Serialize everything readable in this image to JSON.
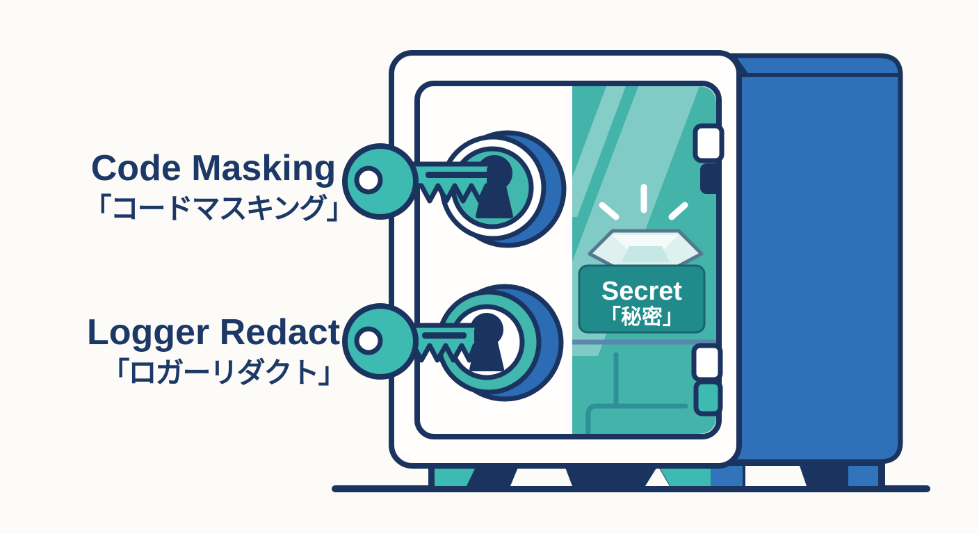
{
  "background": "#fcfbf7",
  "colors": {
    "outline_navy": "#1a345f",
    "text_navy": "#1c3866",
    "key_teal": "#3dbab2",
    "glass_teal": "#44b3aa",
    "plaque_teal": "#218a8b",
    "side_panel_blue": "#2e71b8",
    "crescent_blue": "#2b6cb4",
    "white": "#ffffff"
  },
  "labels": {
    "code_masking": {
      "en": "Code Masking",
      "ja": "「コードマスキング」"
    },
    "logger_redact": {
      "en": "Logger Redact",
      "ja": "「ロガーリダクト」"
    }
  },
  "safe": {
    "plaque": {
      "en": "Secret",
      "ja": "「秘密」"
    },
    "icons": {
      "key_top": "key-icon",
      "key_bottom": "key-icon",
      "keyhole_top": "keyhole-icon",
      "keyhole_bottom": "keyhole-icon",
      "gem": "gem-icon",
      "sparkle": "sparkle-icon",
      "hinges": "hinge-icon"
    }
  }
}
